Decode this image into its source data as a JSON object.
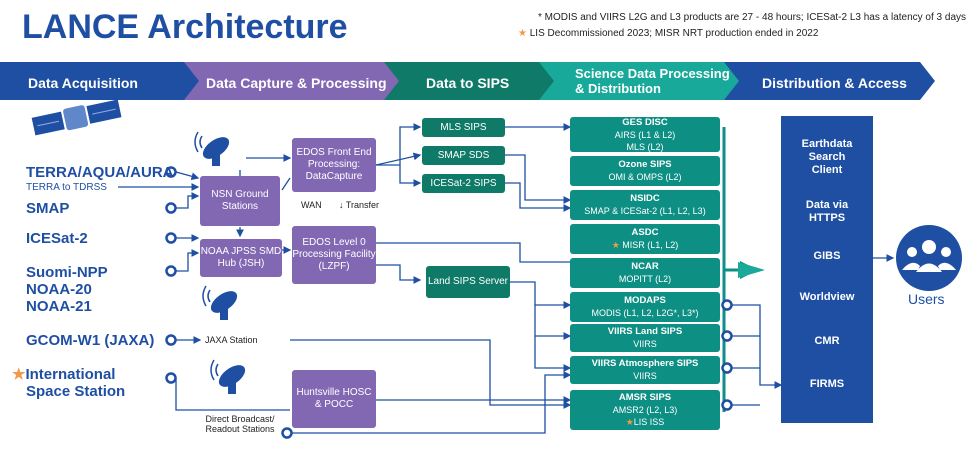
{
  "title": "LANCE Architecture",
  "notes": {
    "line1": "* MODIS and VIIRS L2G and L3 products are 27 - 48 hours; ICESat-2 L3 has a latency of 3 days",
    "line2": "LIS Decommissioned 2023; MISR NRT production ended in 2022"
  },
  "banner": {
    "stages": [
      {
        "label": "Data Acquisition",
        "color": "#1f4fa3"
      },
      {
        "label": "Data Capture & Processing",
        "color": "#8268b3"
      },
      {
        "label": "Data to SIPS",
        "color": "#0f7a68"
      },
      {
        "label": "Science Data Processing & Distribution",
        "color": "#18a99a"
      },
      {
        "label": "Distribution & Access",
        "color": "#1f4fa3"
      }
    ]
  },
  "sources": {
    "terra": "TERRA/AQUA/AURA",
    "terra_sub": "TERRA to TDRSS",
    "smap": "SMAP",
    "icesat": "ICESat-2",
    "suomi": "Suomi-NPP",
    "noaa20": "NOAA-20",
    "noaa21": "NOAA-21",
    "gcom": "GCOM-W1 (JAXA)",
    "iss1": "International",
    "iss2": "Space Station"
  },
  "capture": {
    "nsn": "NSN Ground Stations",
    "jpss": "NOAA JPSS SMD Hub (JSH)",
    "jaxa": "JAXA Station",
    "direct": "Direct Broadcast/ Readout Stations",
    "huntsville": "Huntsville HOSC & POCC",
    "edos_fe": "EDOS Front End Processing: DataCapture",
    "wan": "WAN",
    "transfer": "Transfer",
    "edos_l0": "EDOS Level 0 Processing Facility (LZPF)"
  },
  "to_sips": {
    "mls": "MLS SIPS",
    "smap": "SMAP SDS",
    "icesat": "ICESat-2 SIPS",
    "land": "Land SIPS Server"
  },
  "sdp": [
    {
      "name": "GES DISC",
      "sub": "AIRS (L1 & L2)",
      "sub2": "MLS (L2)"
    },
    {
      "name": "Ozone SIPS",
      "sub": "OMI & OMPS (L2)",
      "sub2": ""
    },
    {
      "name": "NSIDC",
      "sub": "SMAP & ICESat-2 (L1, L2, L3)",
      "sub2": ""
    },
    {
      "name": "ASDC",
      "sub": "MISR (L1, L2)",
      "sub2": ""
    },
    {
      "name": "NCAR",
      "sub": "MOPITT (L2)",
      "sub2": ""
    },
    {
      "name": "MODAPS",
      "sub": "MODIS (L1, L2, L2G*, L3*)",
      "sub2": ""
    },
    {
      "name": "VIIRS Land SIPS",
      "sub": "VIIRS",
      "sub2": ""
    },
    {
      "name": "VIIRS Atmosphere SIPS",
      "sub": "VIIRS",
      "sub2": ""
    },
    {
      "name": "AMSR SIPS",
      "sub": "AMSR2 (L2, L3)",
      "sub2": "LIS ISS"
    }
  ],
  "distribution": {
    "earthdata1": "Earthdata",
    "earthdata2": "Search",
    "earthdata3": "Client",
    "https1": "Data via",
    "https2": "HTTPS",
    "gibs": "GIBS",
    "worldview": "Worldview",
    "cmr": "CMR",
    "firms": "FIRMS"
  },
  "users": "Users",
  "colors": {
    "blue": "#1f4fa3",
    "purple": "#8268b3",
    "dark_teal": "#0f7a68",
    "teal": "#18a99a",
    "sdp_teal": "#0e8f84",
    "orange_star": "#f2994a"
  }
}
